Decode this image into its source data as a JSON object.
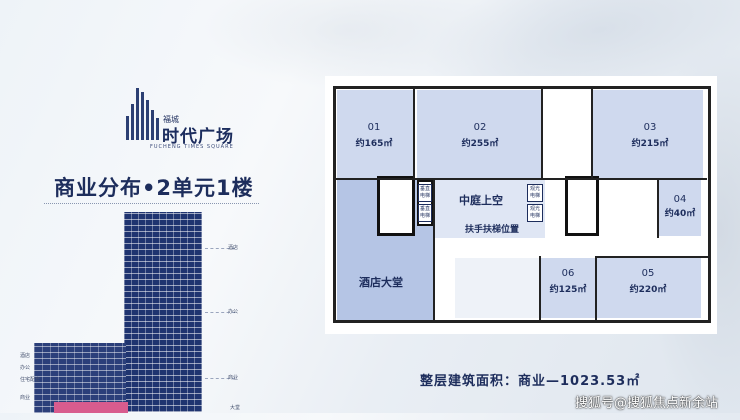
{
  "logo": {
    "small_text": "福城",
    "main_text": "时代广场",
    "en_text": "FUCHENG TIMES SQUARE"
  },
  "section_title": "商业分布•2单元1楼",
  "elevation": {
    "labels": [
      "酒店",
      "办公",
      "商业",
      "酒店",
      "办公",
      "住宅配套",
      "商业",
      "大堂"
    ]
  },
  "plan": {
    "units": [
      {
        "id": "01",
        "area": "约165㎡"
      },
      {
        "id": "02",
        "area": "约255㎡"
      },
      {
        "id": "03",
        "area": "约215㎡"
      },
      {
        "id": "04",
        "area": "约40㎡"
      },
      {
        "id": "05",
        "area": "约220㎡"
      },
      {
        "id": "06",
        "area": "约125㎡"
      }
    ],
    "atrium": "中庭上空",
    "escalator": "扶手扶梯位置",
    "hotel_lobby": "酒店大堂",
    "elevator_tag_1": "垂直电梯",
    "elevator_tag_2": "垂直电梯",
    "sightseeing_tag_1": "观光电梯",
    "sightseeing_tag_2": "观光电梯"
  },
  "total_area": "整层建筑面积：商业—1023.53㎡",
  "watermark": "搜狐号@搜狐焦点新余站",
  "colors": {
    "navy": "#1d2d5c",
    "room_fill": "#cfd9ee",
    "accent_pink": "#d85c8e"
  }
}
